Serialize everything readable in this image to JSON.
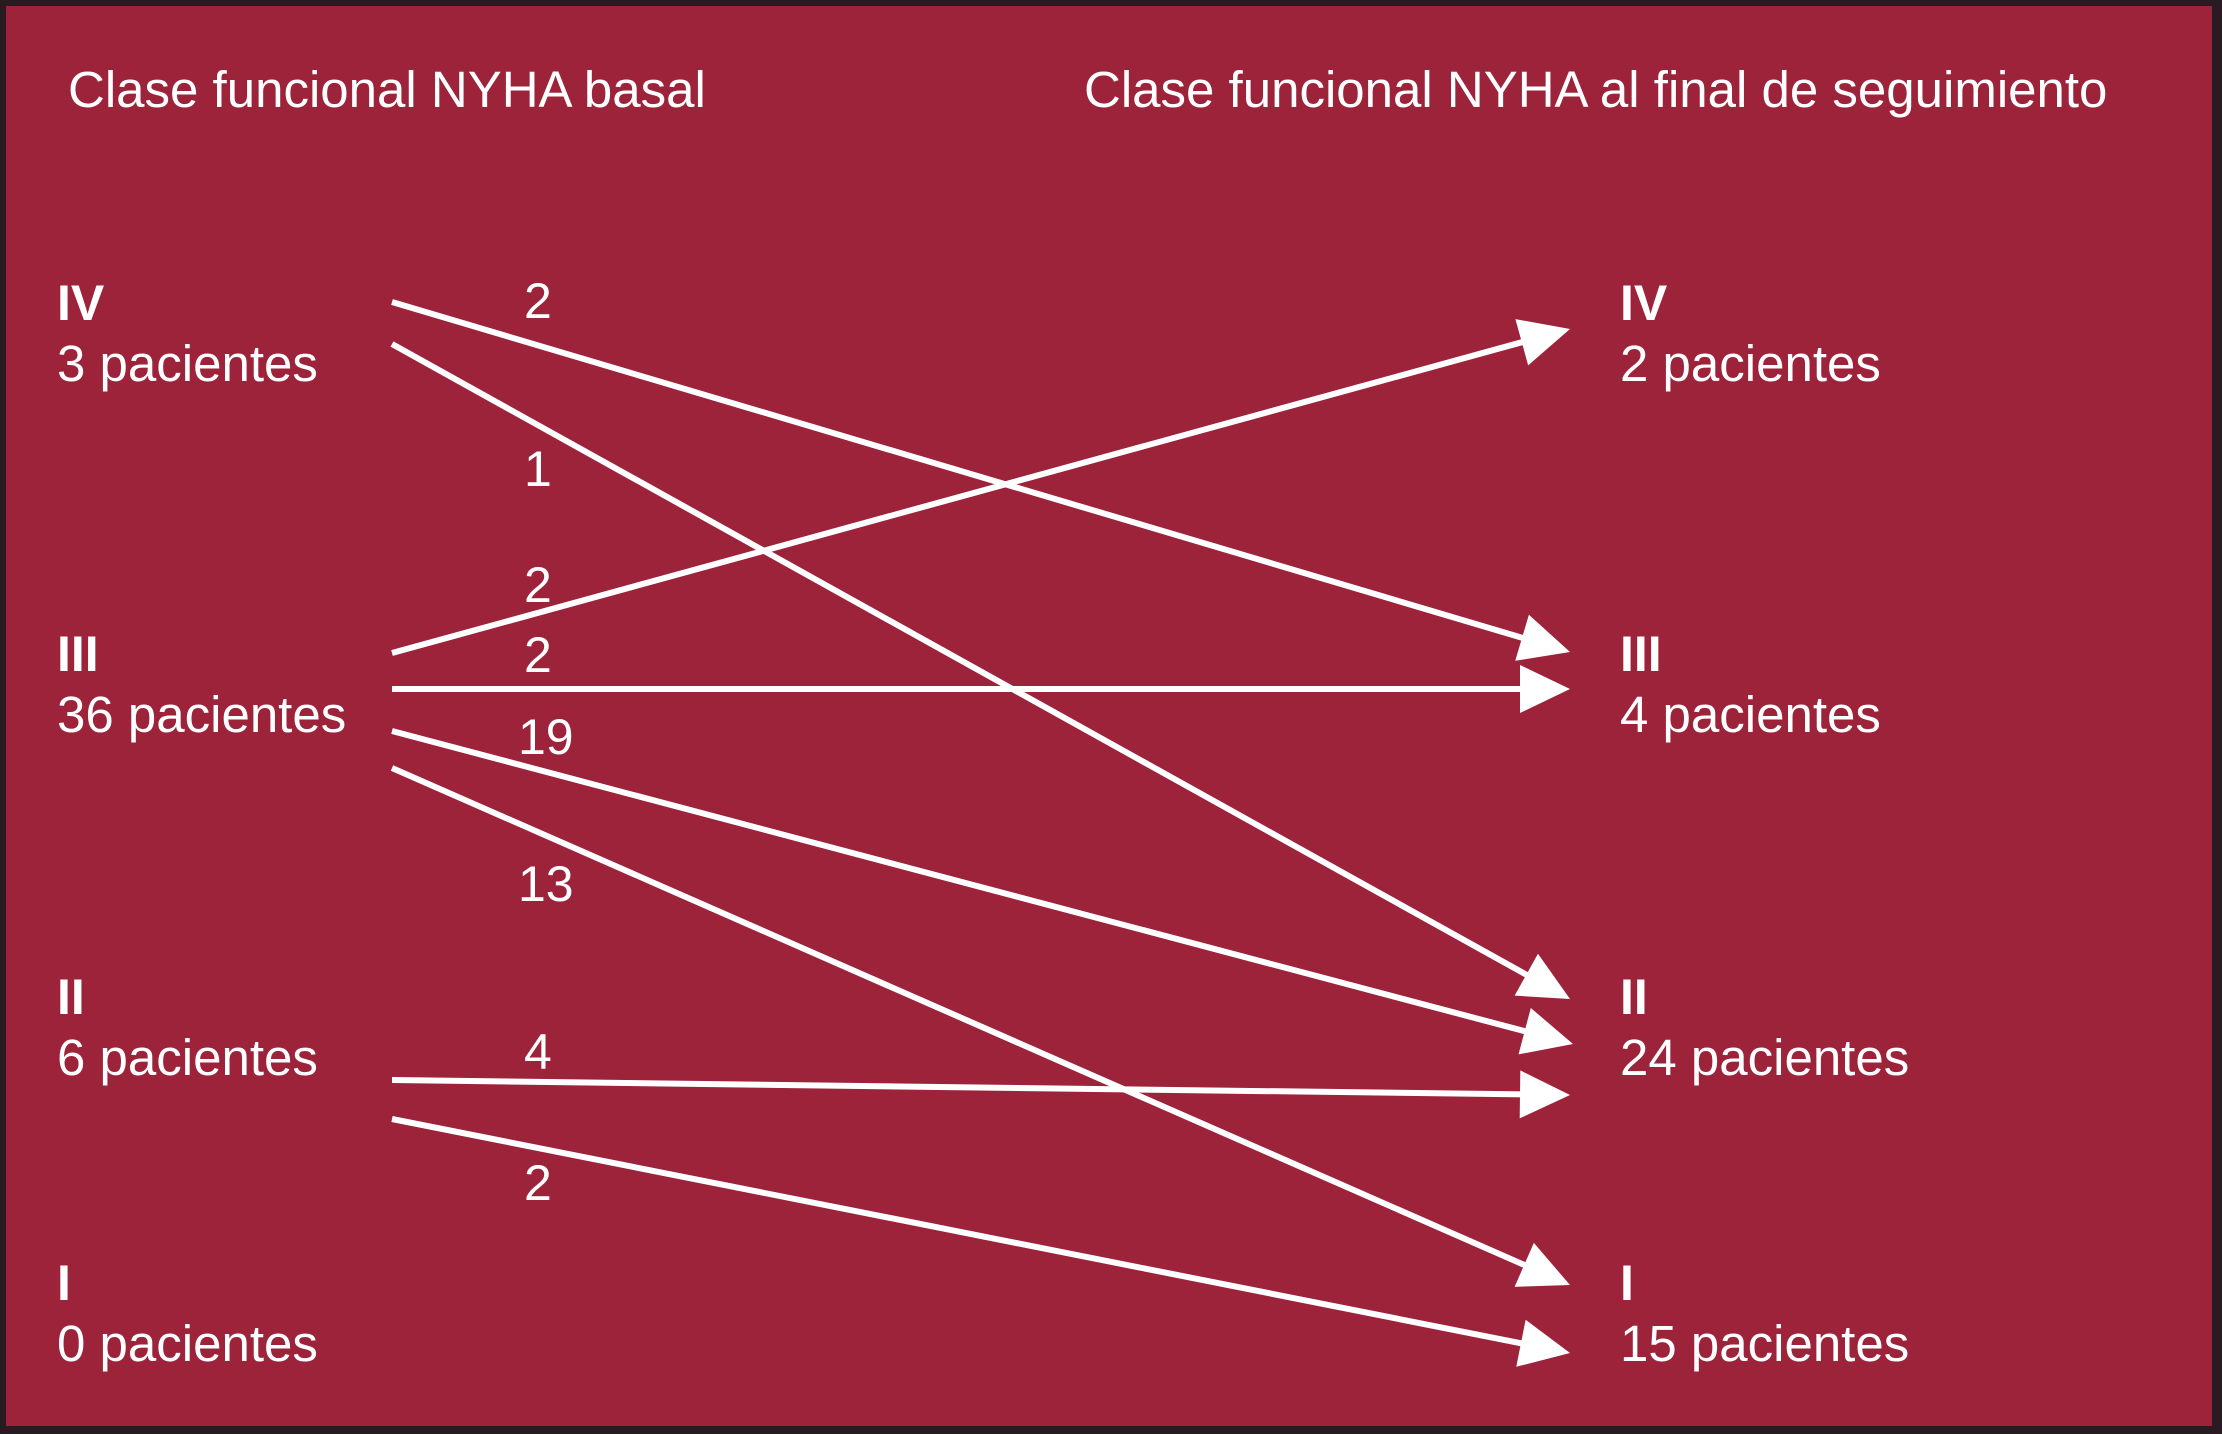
{
  "diagram": {
    "title_left": "Clase funcional NYHA basal",
    "title_right": "Clase funcional NYHA al final de seguimiento",
    "colors": {
      "background": "#9c233a",
      "foreground": "#ffffff",
      "frame": "#2a1a22"
    },
    "baseline_classes": [
      {
        "id": "IV",
        "roman": "IV",
        "count_label": "3 pacientes",
        "patients": 3
      },
      {
        "id": "III",
        "roman": "III",
        "count_label": "36 pacientes",
        "patients": 36
      },
      {
        "id": "II",
        "roman": "II",
        "count_label": "6 pacientes",
        "patients": 6
      },
      {
        "id": "I",
        "roman": "I",
        "count_label": "0 pacientes",
        "patients": 0
      }
    ],
    "followup_classes": [
      {
        "id": "IV",
        "roman": "IV",
        "count_label": "2 pacientes",
        "patients": 2
      },
      {
        "id": "III",
        "roman": "III",
        "count_label": "4 pacientes",
        "patients": 4
      },
      {
        "id": "II",
        "roman": "II",
        "count_label": "24 pacientes",
        "patients": 24
      },
      {
        "id": "I",
        "roman": "I",
        "count_label": "15 pacientes",
        "patients": 15
      }
    ],
    "flows": [
      {
        "from": "IV",
        "to": "III",
        "label": "2"
      },
      {
        "from": "IV",
        "to": "II",
        "label": "1"
      },
      {
        "from": "III",
        "to": "IV",
        "label": "2"
      },
      {
        "from": "III",
        "to": "III",
        "label": "2"
      },
      {
        "from": "III",
        "to": "II",
        "label": "19"
      },
      {
        "from": "III",
        "to": "I",
        "label": "13"
      },
      {
        "from": "II",
        "to": "II",
        "label": "4"
      },
      {
        "from": "II",
        "to": "I",
        "label": "2"
      }
    ]
  }
}
